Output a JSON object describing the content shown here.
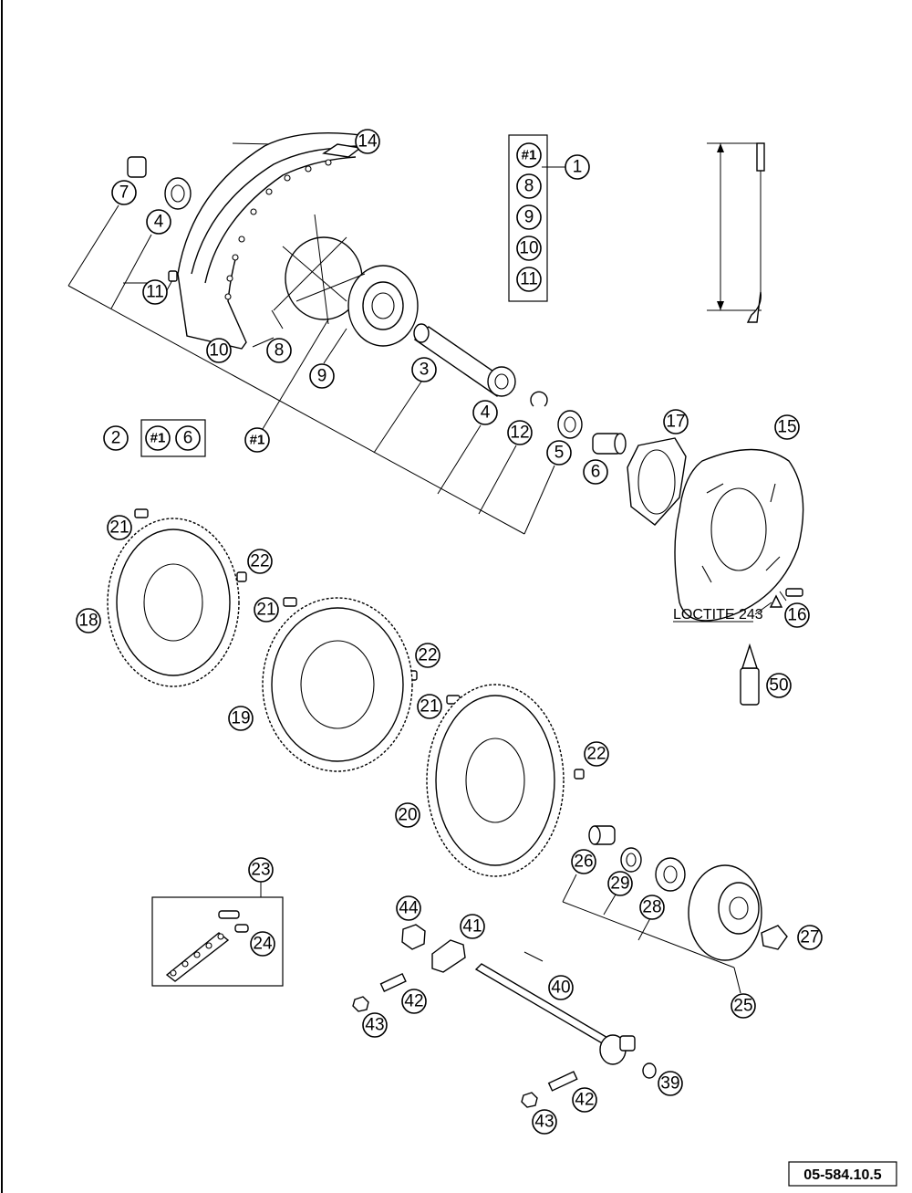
{
  "diagram_id": "05-584.10.5",
  "note": "LOCTITE 243",
  "callouts": {
    "c1": "1",
    "c2": "2",
    "c3": "3",
    "c4a": "4",
    "c4b": "4",
    "c5": "5",
    "c6a": "6",
    "c6b": "6",
    "c7": "7",
    "c8a": "8",
    "c8b": "8",
    "c9a": "9",
    "c9b": "9",
    "c10a": "10",
    "c10b": "10",
    "c11a": "11",
    "c11b": "11",
    "c12": "12",
    "c14": "14",
    "c15": "15",
    "c16": "16",
    "c17": "17",
    "c18": "18",
    "c19": "19",
    "c20": "20",
    "c21a": "21",
    "c21b": "21",
    "c21c": "21",
    "c22a": "22",
    "c22b": "22",
    "c22c": "22",
    "c23": "23",
    "c24": "24",
    "c25": "25",
    "c26": "26",
    "c27": "27",
    "c28": "28",
    "c29": "29",
    "c39": "39",
    "c40": "40",
    "c41": "41",
    "c42a": "42",
    "c42b": "42",
    "c43a": "43",
    "c43b": "43",
    "c44": "44",
    "c50": "50",
    "h1a": "#1",
    "h1b": "#1",
    "h1c": "#1"
  }
}
